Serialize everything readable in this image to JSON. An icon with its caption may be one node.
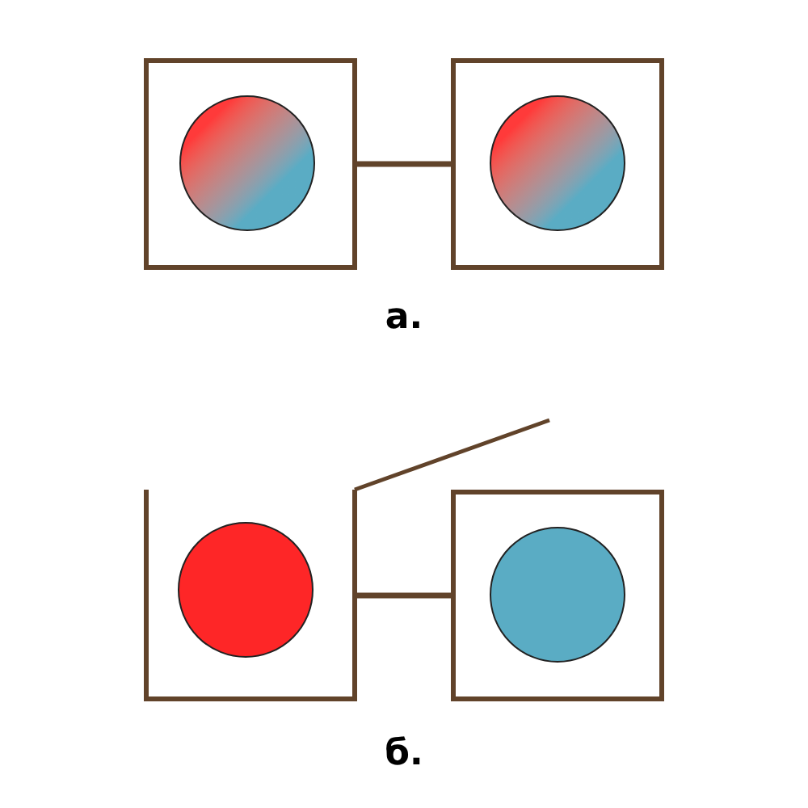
{
  "diagram": {
    "nodes": [
      {
        "text": [],
        "shape": "box"
      },
      {
        "text": [],
        "shape": "circle",
        "in": 0
      },
      {
        "text": [],
        "shape": "box"
      },
      {
        "text": [],
        "shape": "circle",
        "in": 2
      },
      {
        "text": [],
        "shape": "box"
      },
      {
        "text": [],
        "shape": "circle",
        "in": 4
      },
      {
        "text": [],
        "shape": "box"
      },
      {
        "text": [],
        "shape": "circle",
        "in": 6
      }
    ],
    "edges": [
      {
        "from": 0,
        "to": 2,
        "arrow": "none"
      },
      {
        "from": 4,
        "to": 6,
        "arrow": "none"
      }
    ],
    "labels": [
      "а.",
      "б."
    ]
  }
}
